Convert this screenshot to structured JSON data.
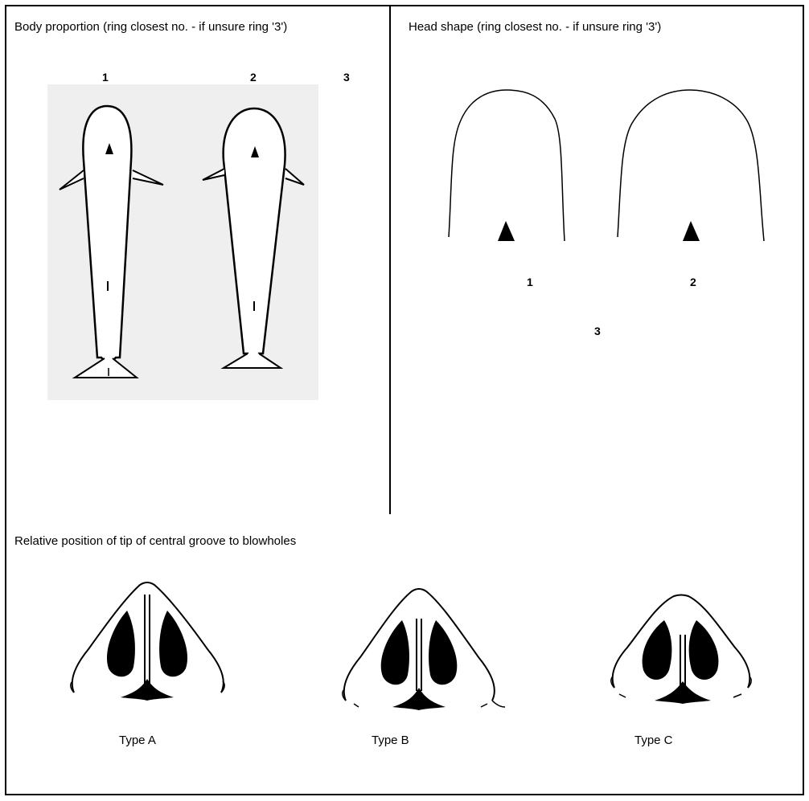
{
  "sections": {
    "body_proportion": {
      "title": "Body proportion (ring closest no. - if unsure ring '3')",
      "options": [
        "1",
        "2",
        "3"
      ]
    },
    "head_shape": {
      "title": "Head shape (ring closest no. - if unsure ring '3')",
      "options": [
        "1",
        "2",
        "3"
      ]
    },
    "groove_position": {
      "title": "Relative position of tip of central groove to blowholes",
      "types": [
        "Type A",
        "Type B",
        "Type C"
      ]
    }
  }
}
